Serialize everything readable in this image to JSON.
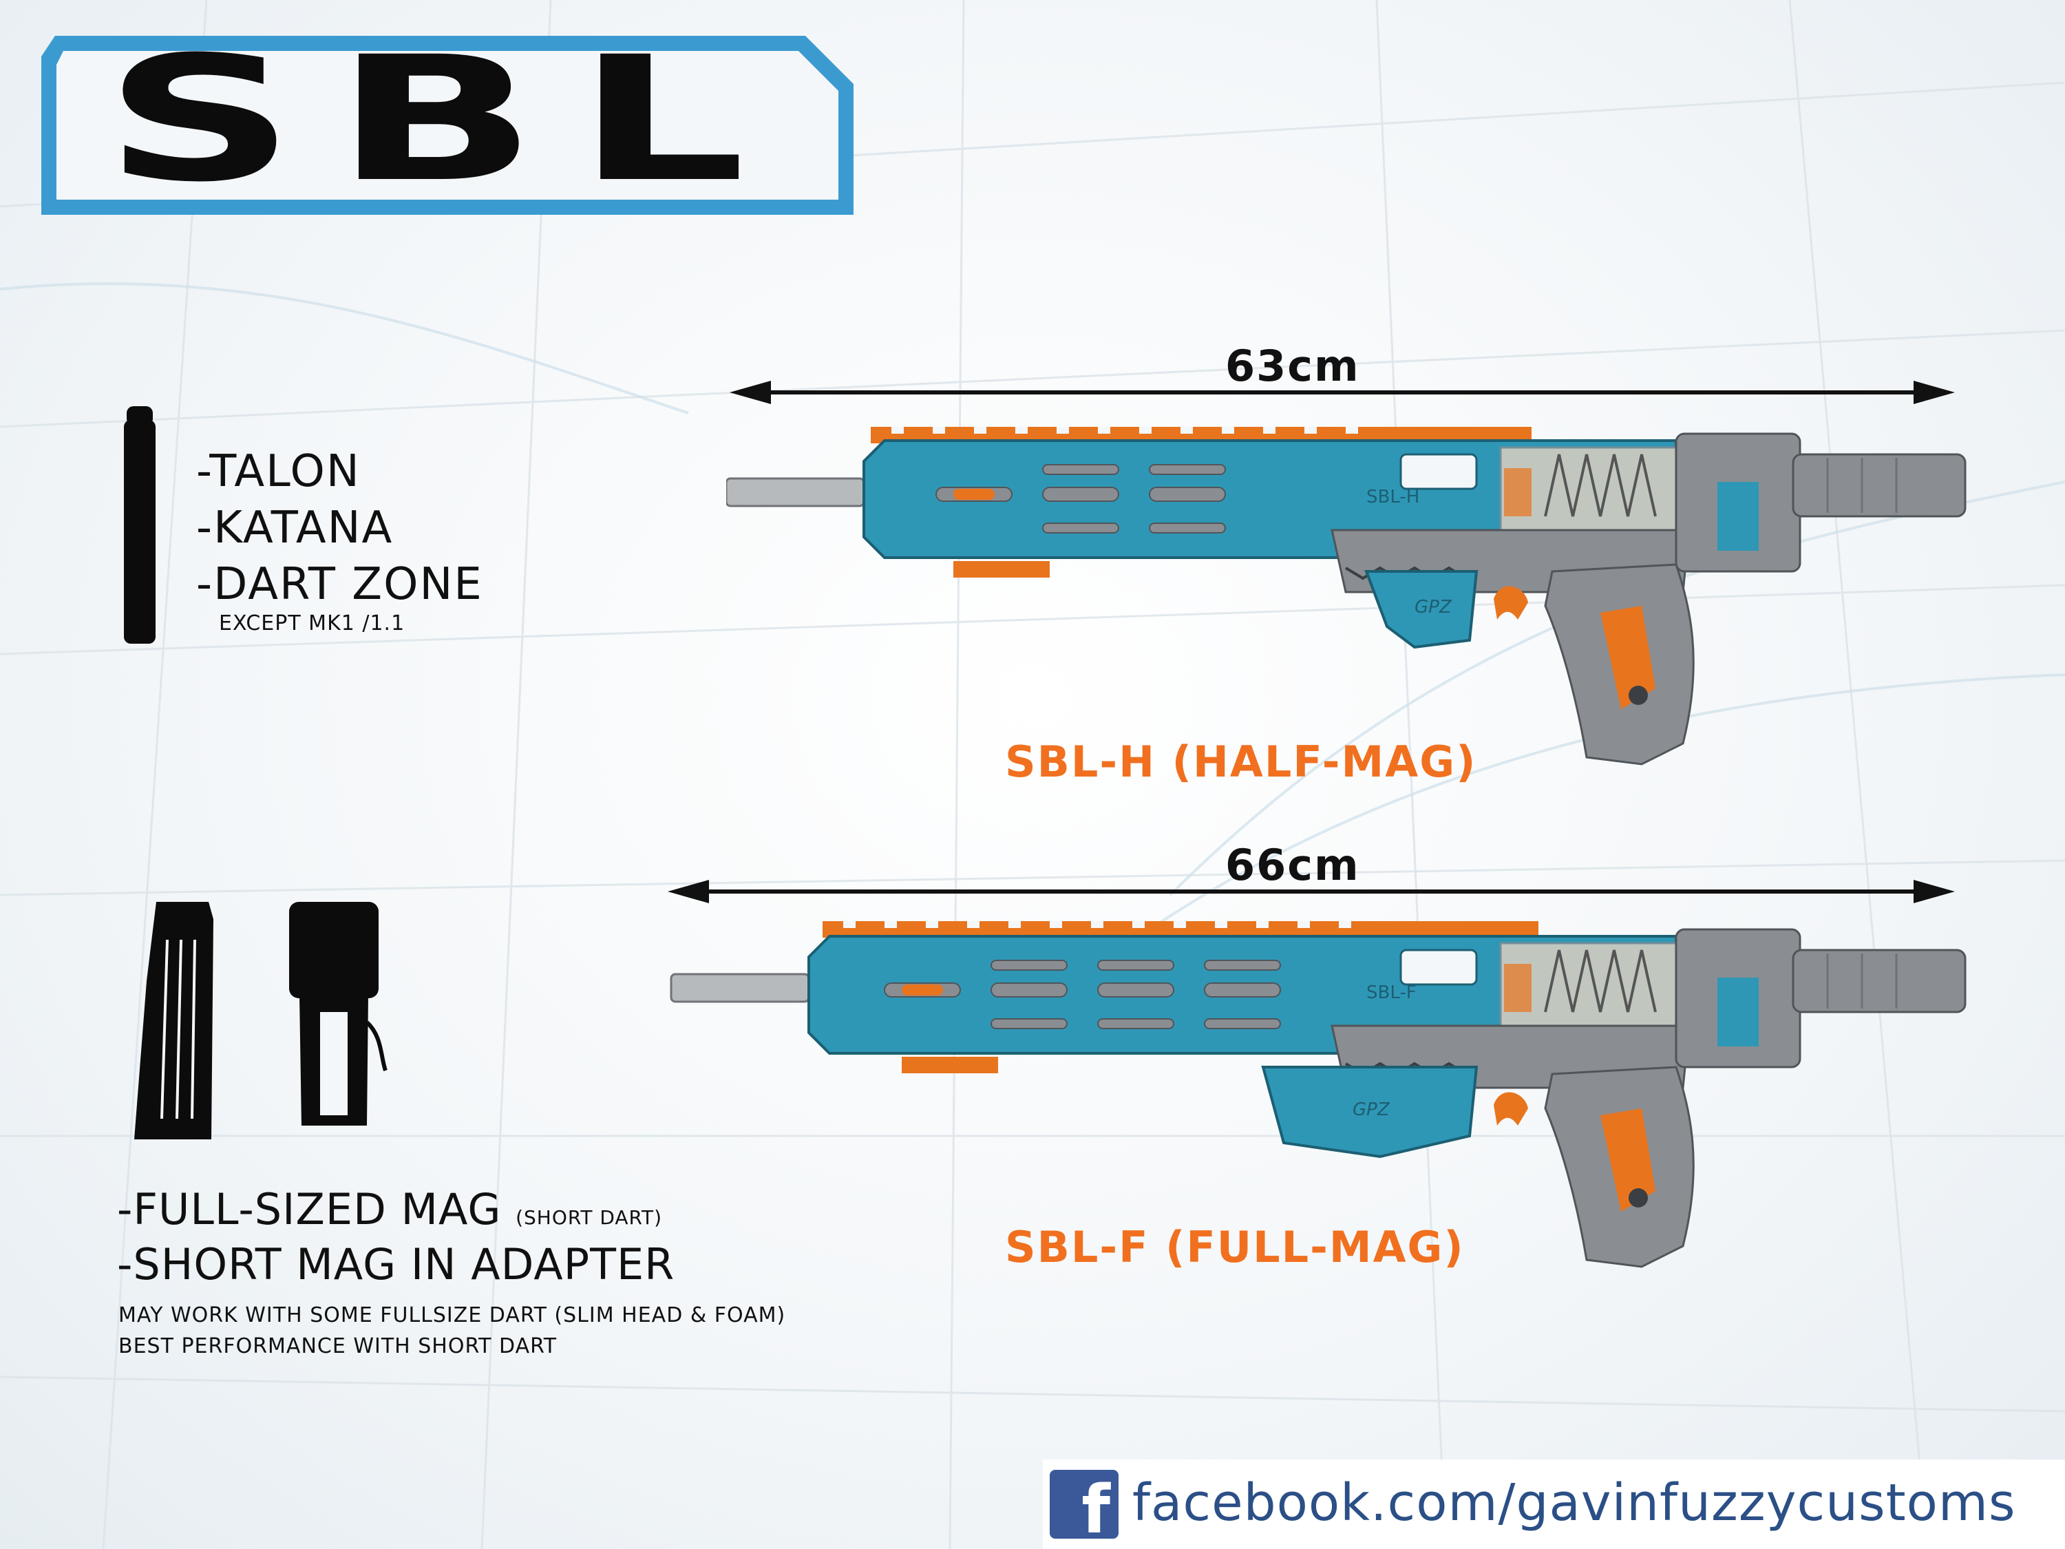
{
  "logo": {
    "text": "SBL",
    "frame_color": "#3b9bd1",
    "text_color": "#0c0c0c"
  },
  "compat_darts": {
    "items": [
      "-TALON",
      "-KATANA",
      "-DART ZONE"
    ],
    "note": "EXCEPT MK1 /1.1",
    "icon": "dart-silhouette-icon"
  },
  "compat_mags": {
    "line1": "-FULL-SIZED MAG",
    "line1_note": "(SHORT DART)",
    "line2": "-SHORT MAG IN ADAPTER",
    "note1": "MAY WORK WITH SOME FULLSIZE DART (SLIM HEAD & FOAM)",
    "note2": "BEST PERFORMANCE WITH SHORT DART",
    "icons": [
      "full-mag-silhouette-icon",
      "short-mag-adapter-silhouette-icon"
    ]
  },
  "models": [
    {
      "length": "63cm",
      "name": "SBL-H (HALF-MAG)",
      "body_text": "SBL-H",
      "grip_text": "GPZ"
    },
    {
      "length": "66cm",
      "name": "SBL-F (FULL-MAG)",
      "body_text": "SBL-F",
      "grip_text": "GPZ"
    }
  ],
  "colors": {
    "body": "#2f97b6",
    "accent": "#e8741e",
    "metal": "#8a8d91",
    "label": "#f0701f"
  },
  "footer": {
    "icon": "facebook-icon",
    "url": "facebook.com/gavinfuzzycustoms"
  }
}
